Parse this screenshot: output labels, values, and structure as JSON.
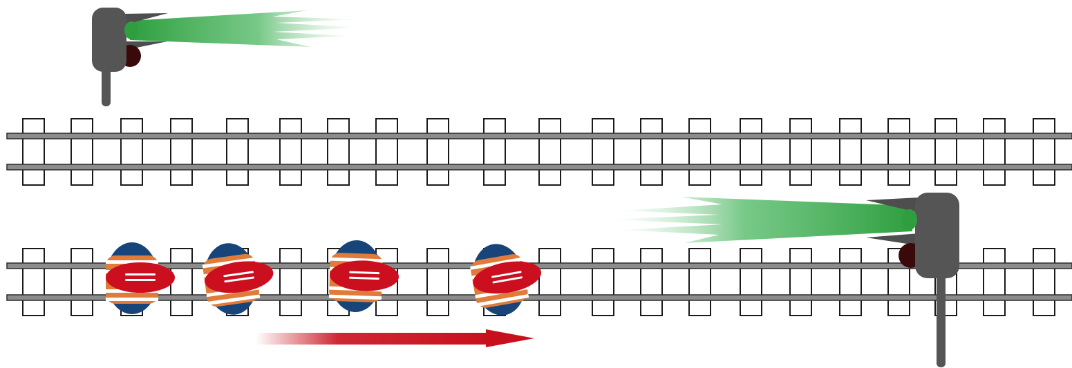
{
  "diagram": {
    "tracks": [
      {
        "id": "upper-track",
        "sleeper_count": 21
      },
      {
        "id": "lower-track",
        "sleeper_count": 21
      }
    ],
    "signals": [
      {
        "id": "signal-upper-left",
        "aspect": "green",
        "beam_direction": "right"
      },
      {
        "id": "signal-lower-right",
        "aspect": "green",
        "beam_direction": "left"
      }
    ],
    "train": {
      "car_count": 4,
      "direction": "right"
    },
    "direction_arrow": {
      "direction": "right"
    },
    "colors": {
      "rail": "#8c8c8c",
      "rail_edge": "#2b2b2b",
      "sleeper_stroke": "#1a1a1a",
      "signal_body": "#555555",
      "signal_lamp_green": "#2e9e3f",
      "signal_lamp_red_off": "#3a0a0a",
      "beam": "#3fb25a",
      "car_blue": "#17457a",
      "car_orange": "#e07b3a",
      "car_white": "#ffffff",
      "car_red": "#cc0f1e",
      "arrow": "#c8101d"
    }
  }
}
